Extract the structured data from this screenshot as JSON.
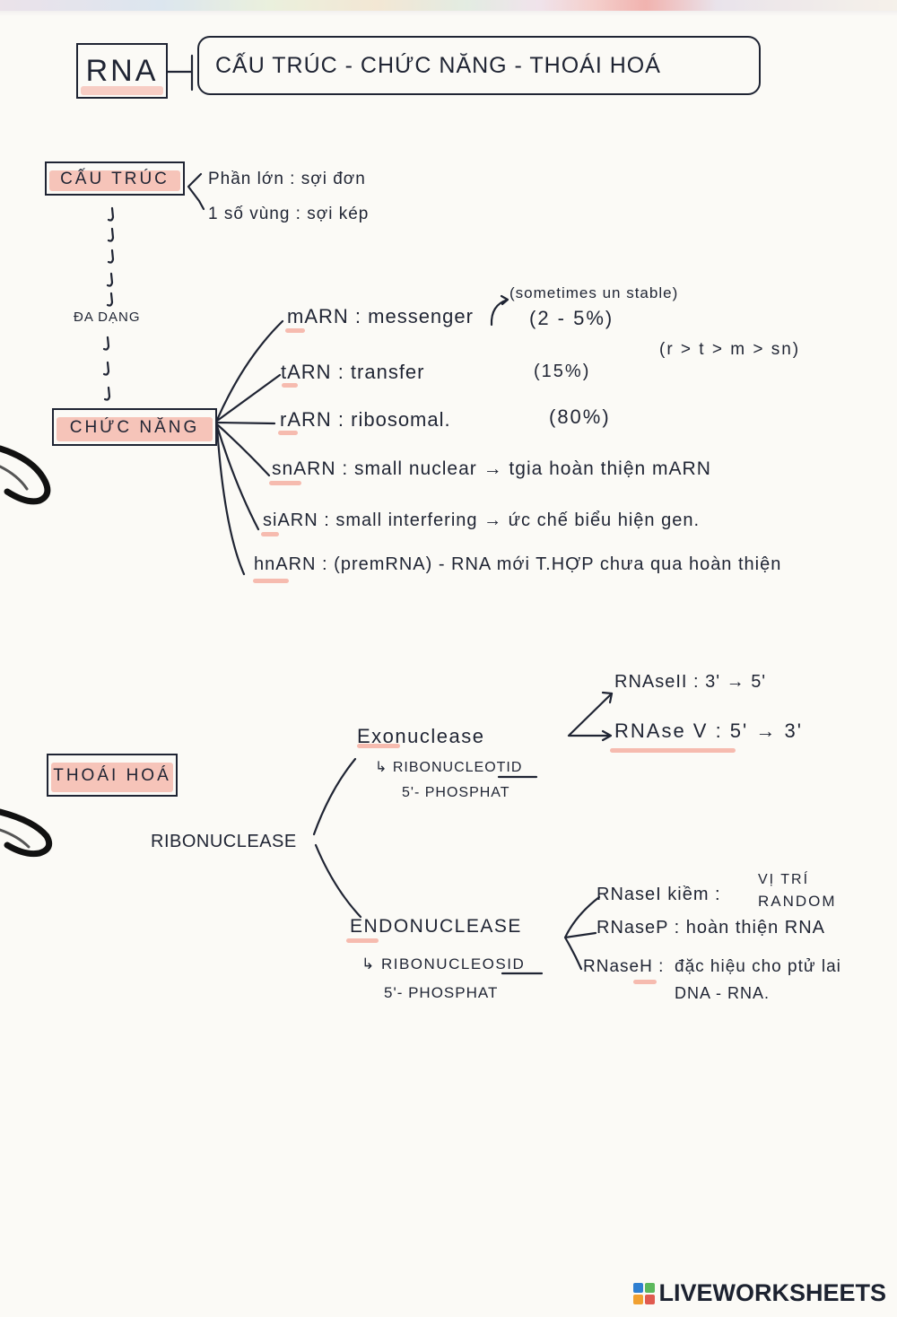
{
  "title": {
    "main": "RNA",
    "subtitle": "CẤU TRÚC - CHỨC NĂNG - THOÁI HOÁ"
  },
  "structure": {
    "heading": "CẤU TRÚC",
    "items": [
      "Phần lớn : sợi đơn",
      "1 số vùng : sợi kép"
    ],
    "link_label": "ĐA DẠNG"
  },
  "function": {
    "heading": "CHỨC NĂNG",
    "note_unstable": "(sometimes un stable)",
    "note_order": "(r > t > m > sn)",
    "items": [
      {
        "name": "mARN",
        "text": ": messenger",
        "pct": "(2 - 5%)"
      },
      {
        "name": "tARN",
        "text": ": transfer",
        "pct": "(15%)"
      },
      {
        "name": "rARN",
        "text": ": ribosomal.",
        "pct": "(80%)"
      },
      {
        "name": "snARN",
        "text": ": small nuclear → tgia hoàn thiện mARN"
      },
      {
        "name": "siARN",
        "text": ": small interfering → ức chế biểu hiện gen."
      },
      {
        "name": "hnARN",
        "text": ": (premRNA) - RNA mới T.HỢP chưa qua hoàn thiện"
      }
    ]
  },
  "degradation": {
    "heading": "THOÁI HOÁ",
    "enzyme": "RIBONUCLEASE",
    "exo": {
      "name": "Exonuclease",
      "product": "↳ RIBONUCLEOTID",
      "product_2": "5'- PHOSPHAT",
      "types": [
        "RNAseII : 3' → 5'",
        "RNAse V : 5' → 3'"
      ]
    },
    "endo": {
      "name": "ENDONUCLEASE",
      "product": "↳ RIBONUCLEOSID",
      "product_2": "5'- PHOSPHAT",
      "types": [
        {
          "label": "RNaseI kiềm :",
          "note": [
            "VỊ TRÍ",
            "RANDOM"
          ]
        },
        {
          "label": "RNaseP : hoàn thiện RNA"
        },
        {
          "label": "RNaseH :",
          "note": [
            "đặc hiệu cho ptử lai",
            "DNA - RNA."
          ]
        }
      ]
    }
  },
  "watermark": "LIVEWORKSHEETS",
  "colors": {
    "ink": "#1f2433",
    "highlight": "#f3a091",
    "paper": "#fbfaf6"
  }
}
